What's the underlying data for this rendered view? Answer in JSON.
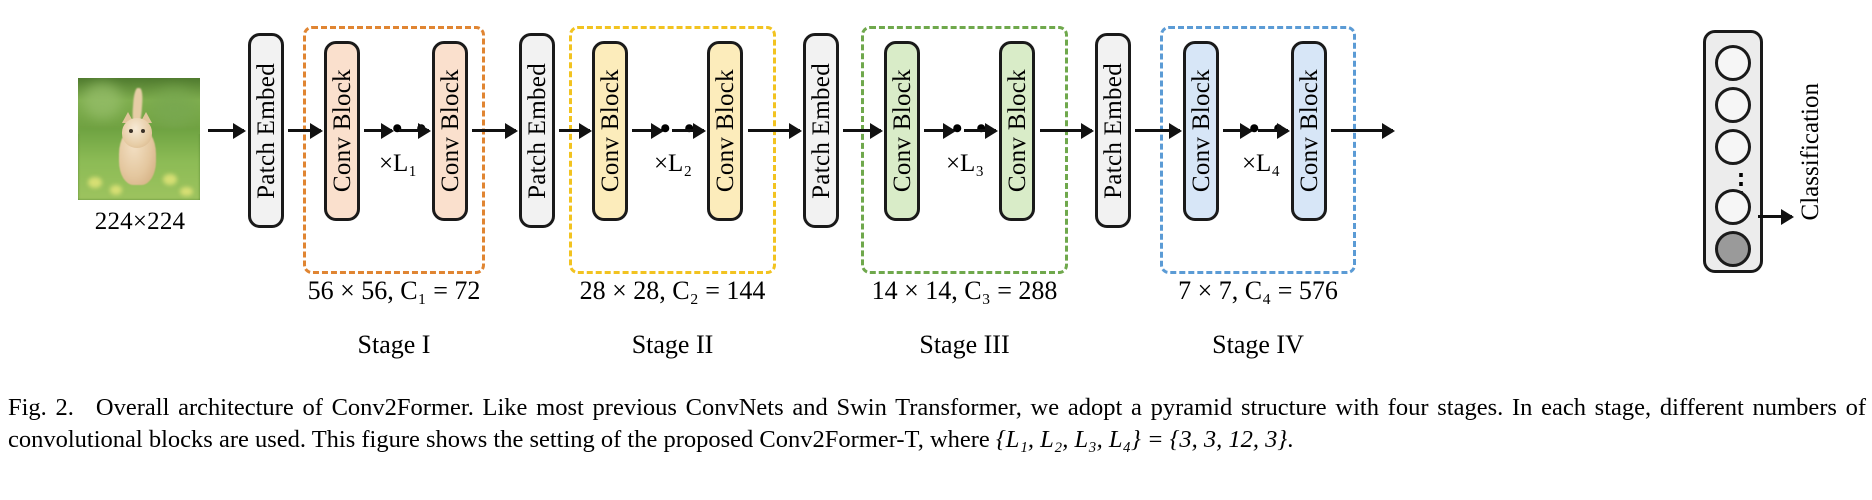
{
  "figure": {
    "input": {
      "image_alt": "kitten-photo",
      "size_label": "224×224"
    },
    "patch_embed_label": "Patch Embed",
    "conv_block_label": "Conv Block",
    "dots": "• • •",
    "stages": [
      {
        "name": "Stage I",
        "dim_label": "56 × 56, C₁ = 72",
        "repeat_label": "×L₁",
        "frame_color": "#e08532",
        "block_color": "#fae0cd",
        "resolution": "56 × 56",
        "channels": 72,
        "depth": 3
      },
      {
        "name": "Stage II",
        "dim_label": "28 × 28, C₂ = 144",
        "repeat_label": "×L₂",
        "frame_color": "#f2c320",
        "block_color": "#fcecbb",
        "resolution": "28 × 28",
        "channels": 144,
        "depth": 3
      },
      {
        "name": "Stage III",
        "dim_label": "14 × 14, C₃ = 288",
        "repeat_label": "×L₃",
        "frame_color": "#6fa84c",
        "block_color": "#d9ecc8",
        "resolution": "14 × 14",
        "channels": 288,
        "depth": 12
      },
      {
        "name": "Stage IV",
        "dim_label": "7 × 7, C₄ = 576",
        "repeat_label": "×L₄",
        "frame_color": "#5b9bd5",
        "block_color": "#d7e6f7",
        "resolution": "7 × 7",
        "channels": 576,
        "depth": 3
      }
    ],
    "head": {
      "node_count": 5,
      "vertical_dots": "⋮",
      "output_label": "Classification"
    }
  },
  "caption": {
    "figure_number": "Fig. 2.",
    "line1": "Overall architecture of Conv2Former. Like most previous ConvNets and Swin Transformer, we adopt a pyramid structure with four stages. In each stage,",
    "line2_pre": "different numbers of convolutional blocks are used. This figure shows the setting of the proposed Conv2Former-T, where ",
    "line2_math": "{L₁, L₂, L₃, L₄} = {3, 3, 12, 3}",
    "line2_post": "."
  }
}
